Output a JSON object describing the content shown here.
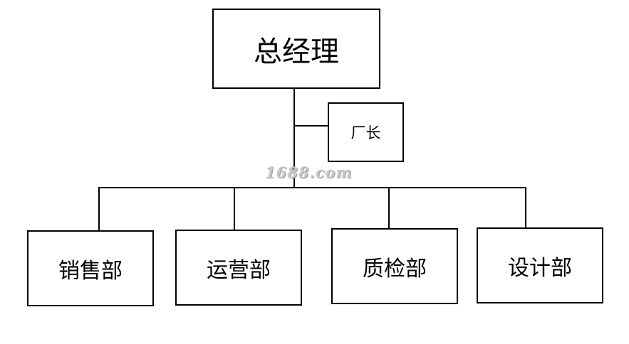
{
  "org_chart": {
    "top": {
      "label": "总经理"
    },
    "assistant": {
      "label": "厂长"
    },
    "departments": [
      {
        "label": "销售部"
      },
      {
        "label": "运营部"
      },
      {
        "label": "质检部"
      },
      {
        "label": "设计部"
      }
    ]
  },
  "watermark": {
    "text": "1688.com"
  }
}
